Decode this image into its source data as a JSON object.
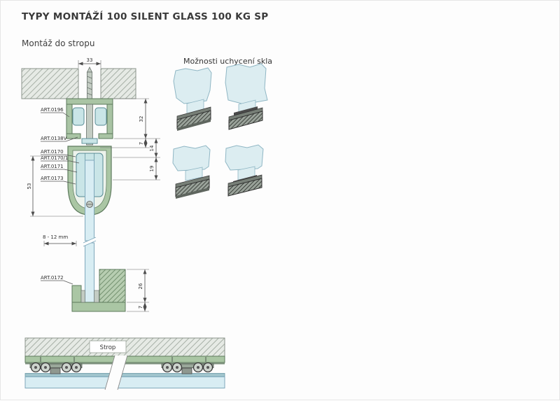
{
  "header": {
    "title": "TYPY MONTÁŽÍ 100 SILENT GLASS 100 KG SP"
  },
  "sections": {
    "ceiling_mount": {
      "title": "Montáž do stropu"
    },
    "glass_options": {
      "title": "Možnosti uchycení skla"
    },
    "bottom_view": {
      "ceiling_label": "Strop"
    }
  },
  "part_labels": [
    "ART.0196",
    "ART.0138V",
    "ART.0170",
    "ART.0170/1",
    "ART.0171",
    "ART.0173",
    "ART.0172"
  ],
  "dimensions": {
    "track_width": "33",
    "track_height": "32",
    "flange": "7",
    "drop": "14",
    "clamp_top": "19",
    "clamp_height": "53",
    "floor_gap": "8 - 12 mm",
    "guide_height": "26",
    "guide_base": "7"
  },
  "colors": {
    "profile_green": "#a9c4a4",
    "glass_blue": "#d8edf3",
    "mechanism_teal": "#c9e5e7",
    "ceiling_hatch": "#e6eae5",
    "line_dark": "#4d4d4d"
  }
}
